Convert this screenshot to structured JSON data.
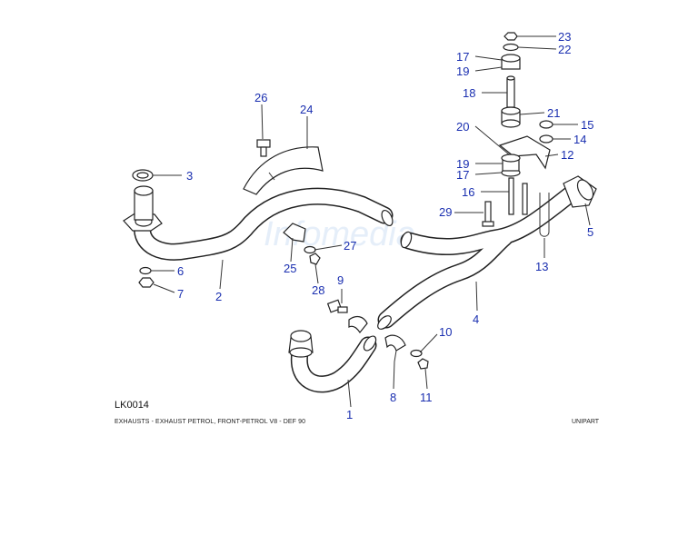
{
  "diagram": {
    "code": "LK0014",
    "caption": "EXHAUSTS - EXHAUST PETROL, FRONT-PETROL V8 - DEF 90",
    "brand": "UNIPART",
    "watermark": "Infomedia",
    "callouts": [
      "1",
      "2",
      "3",
      "4",
      "5",
      "6",
      "7",
      "8",
      "9",
      "10",
      "11",
      "12",
      "13",
      "14",
      "15",
      "16",
      "17",
      "17",
      "18",
      "19",
      "19",
      "20",
      "21",
      "22",
      "23",
      "24",
      "25",
      "26",
      "27",
      "28",
      "29"
    ]
  }
}
